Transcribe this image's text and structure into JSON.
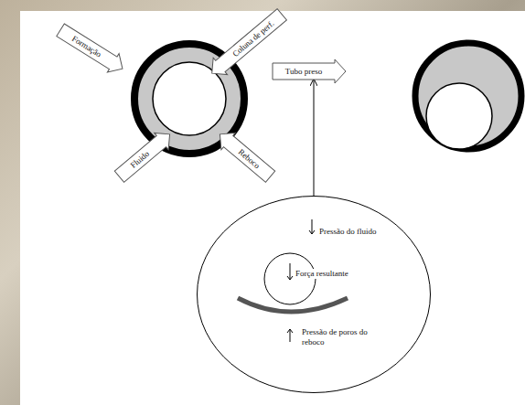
{
  "diagram": {
    "nodes": [
      {
        "text": [
          "Formação"
        ]
      },
      {
        "text": [
          "Coluna de perf."
        ]
      },
      {
        "text": [
          "Fluido"
        ]
      },
      {
        "text": [
          "Reboco"
        ]
      },
      {
        "text": [
          "Tubo preso"
        ]
      },
      {
        "text": [
          "Pressão do fluido",
          "Força resultante",
          "Pressão de poros do reboco"
        ]
      }
    ],
    "edges": [
      {
        "from": 5,
        "to": 4,
        "arrow": "to"
      }
    ]
  }
}
